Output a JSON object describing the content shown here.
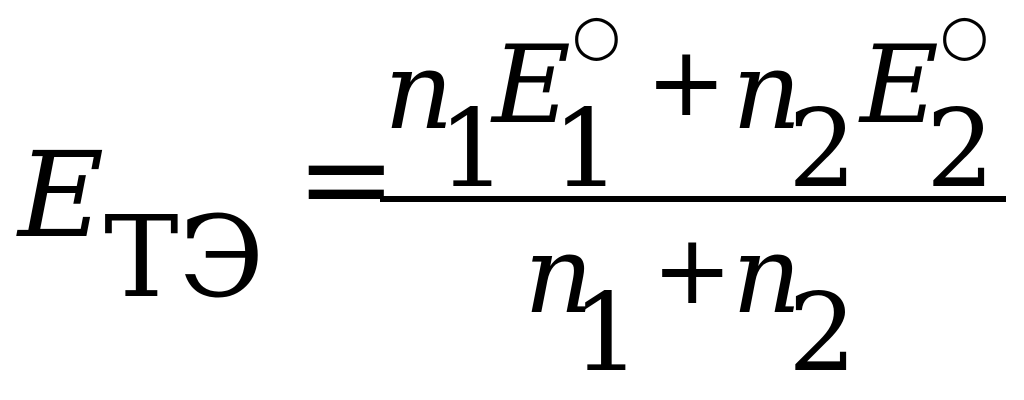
{
  "formula": {
    "lhs": {
      "symbol": "E",
      "subscript": "ТЭ"
    },
    "equals": "=",
    "numerator": {
      "term1": {
        "coefficient": "n",
        "coefficient_sub": "1",
        "symbol": "E",
        "symbol_sub": "1",
        "superscript": "○"
      },
      "plus": "+",
      "term2": {
        "coefficient": "n",
        "coefficient_sub": "2",
        "symbol": "E",
        "symbol_sub": "2",
        "superscript": "○"
      }
    },
    "denominator": {
      "term1": {
        "symbol": "n",
        "sub": "1"
      },
      "plus": "+",
      "term2": {
        "symbol": "n",
        "sub": "2"
      }
    }
  }
}
